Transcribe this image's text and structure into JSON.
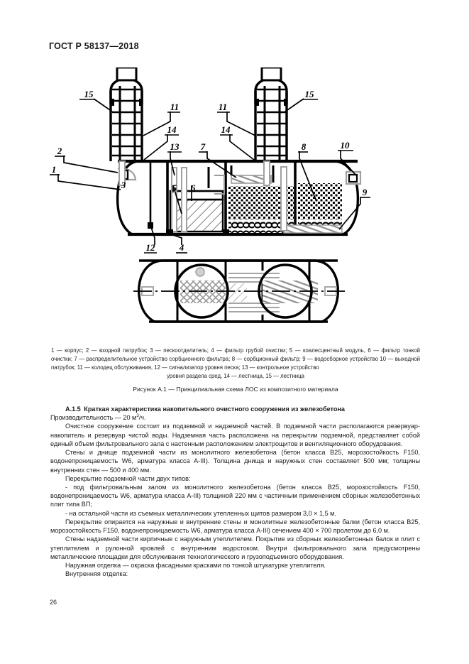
{
  "document": {
    "standard_header": "ГОСТ Р 58137—2018",
    "page_number": "26"
  },
  "figure": {
    "caption": "Рисунок А.1 — Принципиальная схема ЛОС из композитного материала",
    "legend_text": "1 — корпус; 2 — входной патрубок; 3 — пескоотделитель; 4 — фильтр грубой очистки; 5 — коалесцентный модуль, 6 — фильтр тонкой очистки; 7 — распределительное устройство сорбционного фильтра; 8 — сорбционный фильтр; 9 — водосборное устройство  10 — выходной патрубок; 11 — колодец обслуживания, 12 — сигнализатор уровня песка; 13 — контрольное устройство",
    "legend_last_line": "уровня раздела сред, 14 — лестница, 15 — лестница",
    "callouts": {
      "c1": "1",
      "c2": "2",
      "c3": "3",
      "c4": "4",
      "c5": "5",
      "c6": "6",
      "c7": "7",
      "c8": "8",
      "c9": "9",
      "c10": "10",
      "c11_left": "11",
      "c11_right": "11",
      "c12": "12",
      "c13": "13",
      "c14_left": "14",
      "c14_right": "14",
      "c15_left": "15",
      "c15_right": "15"
    }
  },
  "section": {
    "heading_number": "А.1.5",
    "heading_title": "Краткая характеристика накопительного очистного сооружения из железобетона",
    "capacity_line_prefix": "Производительность — 20 м",
    "capacity_superscript": "3",
    "capacity_line_suffix": "/ч.",
    "paragraphs": [
      "Очистное сооружение состоит из подземной и надземной частей. В подземной части располагаются резервуар-накопитель и резервуар чистой воды. Надземная часть расположена на перекрытии подземной, представляет собой единый объем фильтровального зала с настенным расположением электрощитов и вентиляционного оборудования.",
      "Стены и днище подземной части из монолитного железобетона (бетон класса В25, морозостойкость F150, водонепроницаемость W6, арматура класса A-III). Толщина днища и наружных стен составляет 500 мм; толщины внутренних стен — 500 и 400 мм.",
      "Перекрытие подземной части двух типов:",
      "- под фильтровальным залом из монолитного железобетона (бетон класса В25, морозостойкость F150, водонепроницаемость W6, арматура класса A-III) толщиной 220 мм с частичным применением сборных железобетонных плит типа ВП;",
      "- на остальной части из съемных металлических утепленных щитов размером 3,0 × 1,5 м.",
      "Перекрытие опирается на наружные и внутренние стены и монолитные железобетонные балки (бетон класса В25, морозостойкость F150, водонепроницаемость W6, арматура класса A-III) сечением 400 × 700 пролетом до 6,0 м.",
      "Стены надземной части кирпичные с наружным утеплителем. Покрытие из сборных железобетонных балок и плит с утеплителем и рулонной кровлей с внутренним водостоком. Внутри фильтровального зала предусмотрены металлические площадки для обслуживания технологического и грузоподъемного оборудования.",
      "Наружная отделка — окраска фасадными красками по тонкой штукатурке утеплителя.",
      "Внутренняя отделка:"
    ]
  },
  "colors": {
    "ink": "#1b1b1b",
    "line_dark": "#000000",
    "line_gray": "#9a9a9a",
    "paper": "#ffffff"
  }
}
